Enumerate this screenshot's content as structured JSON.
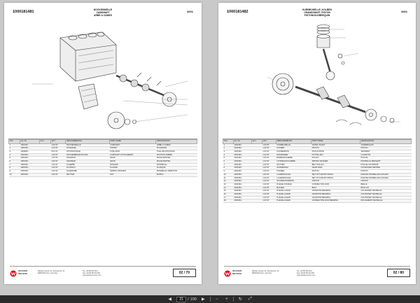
{
  "viewer": {
    "current_page": "21",
    "page_separator": "/",
    "total_pages": "100",
    "icons": [
      "prev-page-icon",
      "next-page-icon",
      "zoom-out-icon",
      "zoom-in-icon",
      "rotate-icon",
      "fit-icon"
    ]
  },
  "pages": [
    {
      "doc_number": "1000181481",
      "title_de": "NOCKENWELLE",
      "title_en": "CAMSHAFT",
      "title_fr": "ARBE A CAMES",
      "section": "4001",
      "columns": [
        "Pos.",
        "Art.-Nr.",
        "Ann.",
        "QTY",
        "BESCHREIBUNG",
        "PART NAME",
        "DESIGNATION"
      ],
      "rows": [
        [
          "1",
          "1000181...",
          "",
          "1,00 ST",
          "NOCKENWELLE",
          "CAMSHAFT",
          "ARBE A CAMES"
        ],
        [
          "2",
          "1000181...",
          "",
          "1,00 ST",
          "STOESSEL",
          "TAPPET",
          "POUSSOIR"
        ],
        [
          "3",
          "1000800...",
          "",
          "8,00 ST",
          "STOSSSTANGE",
          "PUSH ROD",
          "TIGE DE POUSSOIR"
        ],
        [
          "4",
          "1000181...",
          "",
          "1,00 ST",
          "NOCKENBEFESTIGUNG",
          "CAMSHAFT ATTACHMENT",
          "FIXATION ARBRE"
        ],
        [
          "5",
          "1000181...",
          "",
          "1,00 ST",
          "ZAHNRAD",
          "GEAR",
          "ROUE DENTEE"
        ],
        [
          "6",
          "1000181...",
          "",
          "1,00 ST",
          "ZAHNRAD",
          "GEAR",
          "ROUE DENTEE"
        ],
        [
          "7",
          "1000181...",
          "",
          "1,00 ST",
          "SCHEIBE",
          "WASHER",
          "RONDELLE"
        ],
        [
          "8",
          "1000181...",
          "",
          "1,00 ST",
          "FLANSCH",
          "FLANGE",
          "FLASQUE"
        ],
        [
          "9",
          "1000181...",
          "",
          "1,00 ST",
          "SCHRAUBE",
          "SPRING WASHER",
          "RONDELLE ARRETOIR"
        ],
        [
          "10",
          "1000181...",
          "",
          "1,00 ST",
          "MUTTER",
          "NUT",
          "ECROU"
        ]
      ],
      "page_label": "02 / 70"
    },
    {
      "doc_number": "1000181482",
      "title_de": "KURBELWELLE, KOLBEN",
      "title_en": "CRANKSHAFT, PISTON",
      "title_fr": "PISTON/VILEBREQUIN",
      "section": "4001",
      "columns": [
        "Pos.",
        "Art.-Nr.",
        "Ann.",
        "QTY",
        "BESCHREIBUNG",
        "PART NAME",
        "DESIGNATION"
      ],
      "rows": [
        [
          "1",
          "1000181...",
          "",
          "1,00 ST",
          "KURBELWELLE",
          "CRANK SHAFT",
          "VILEBREQUIN"
        ],
        [
          "2",
          "1000181...",
          "",
          "1,00 ST",
          "KOLBEN",
          "PISTON",
          "PISTON"
        ],
        [
          "3",
          "1000181...",
          "",
          "1,00 ST",
          "KOLBENRING",
          "PISTON RING",
          "SEGMENT"
        ],
        [
          "4",
          "1000181...",
          "",
          "1,00 ST",
          "PASSFEDER",
          "FITTING KEY",
          "CLAVETTE"
        ],
        [
          "5",
          "1000181...",
          "",
          "1,00 ST",
          "RIEMENSCHEIBE",
          "PULLEY",
          "POULIE"
        ],
        [
          "6",
          "1000181...",
          "",
          "1,00 ST",
          "UNTERLEGSCHEIBE",
          "SPRING WASHER",
          "RONDELLE RESSORT"
        ],
        [
          "7",
          "1000181...",
          "",
          "1,00 ST",
          "MUTTER",
          "BELT PULLEY",
          "POULIE COURROIE"
        ],
        [
          "8",
          "1000181...",
          "",
          "1,00 ST",
          "ZAHNKRANZ",
          "GEAR RING",
          "COURONNE DENTEE"
        ],
        [
          "9",
          "1000181...",
          "",
          "1,00 ST",
          "KOLBEN",
          "PISTON",
          "PISTON"
        ],
        [
          "10",
          "1000181...",
          "",
          "1,00 ST",
          "LAGERSCHALE",
          "SET OF THRUST RINGS",
          "PAIR DE RONDELLES AXIALES"
        ],
        [
          "11",
          "1000181...",
          "",
          "1,00 ST",
          "LAGERSCHALE",
          "SET OF THRUST RINGS",
          "PAIR DE RONDELLES AXIALES"
        ],
        [
          "12",
          "1000181...",
          "",
          "1,00 ST",
          "SICHERUNGSRING",
          "CIRCLIP",
          "CIRCLIP"
        ],
        [
          "13",
          "1000181...",
          "",
          "1,00 ST",
          "PLEUELSTANGE",
          "CONNECTING ROD",
          "BIELLE"
        ],
        [
          "14",
          "1000181...",
          "",
          "1,00 ST",
          "BOLZEN",
          "BOLT",
          "BOULON"
        ],
        [
          "15",
          "1000181...",
          "",
          "1,00 ST",
          "PLEUELLAGER",
          "CRANKPIN BEARING",
          "COUSSINET DE BIELLE"
        ],
        [
          "16",
          "1000181...",
          "",
          "1,00 ST",
          "PLEUELLAGER",
          "CRANKPIN BEARING",
          "COUSSINET DE BIELLE"
        ],
        [
          "17",
          "1000181...",
          "",
          "1,00 ST",
          "PLEUELLAGER",
          "CRANKPIN BEARING",
          "COUSSINET DE BIELLE"
        ],
        [
          "18",
          "1000181...",
          "",
          "1,00 ST",
          "PLEUELLAGER",
          "CONNECTING ROD BEARING",
          "ROULEMENT DE BIELLE"
        ]
      ],
      "page_label": "02 / 80"
    }
  ],
  "footer": {
    "brand_line1": "WACKER",
    "brand_line2": "NEUSON",
    "address_line1": "Wacker Neuson Se, Preussenstr. 41",
    "address_line2": "80809 München, Germany",
    "phone": "Tel. +49 89 354 02-0",
    "fax": "Fax +49 89 354 02-390",
    "web": "www.wackerneuson.com",
    "accent": "#e3000f"
  }
}
